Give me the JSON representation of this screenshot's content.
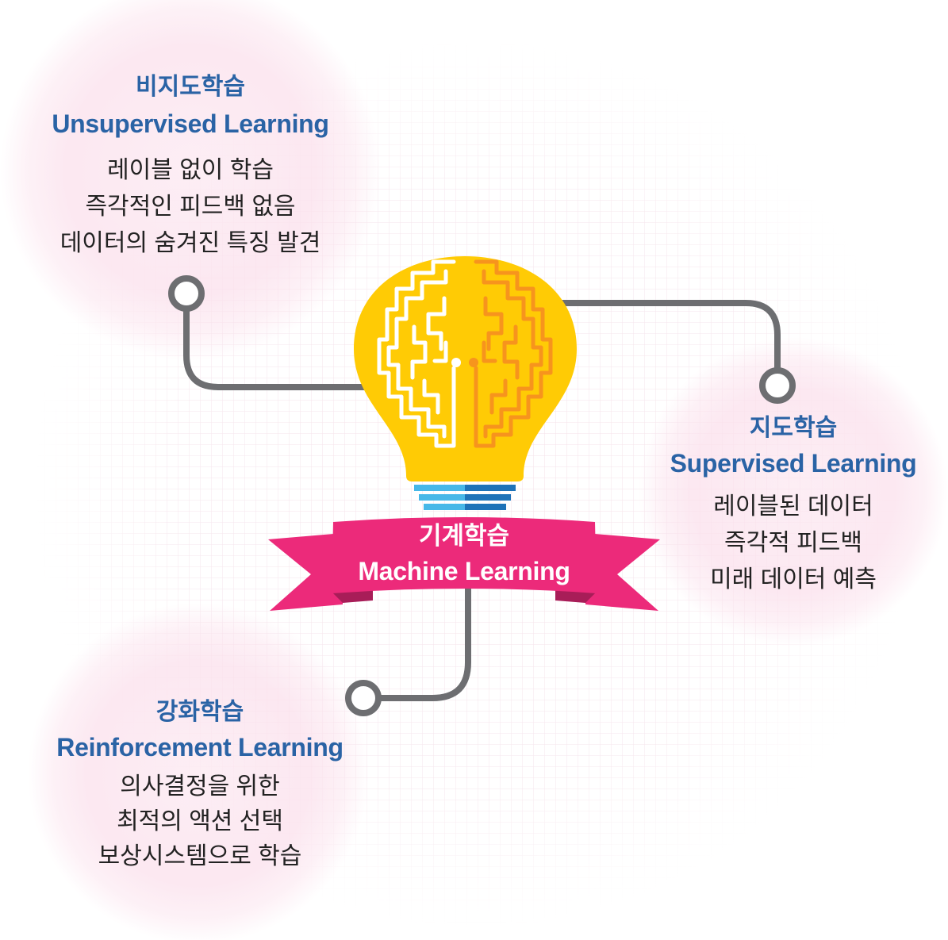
{
  "center": {
    "title_ko": "기계학습",
    "title_en": "Machine Learning",
    "icon": "lightbulb-brain-icon"
  },
  "nodes": [
    {
      "title_ko": "비지도학습",
      "title_en": "Unsupervised Learning",
      "lines": [
        "레이블 없이 학습",
        "즉각적인 피드백 없음",
        "데이터의 숨겨진 특징 발견"
      ]
    },
    {
      "title_ko": "지도학습",
      "title_en": "Supervised Learning",
      "lines": [
        "레이블된 데이터",
        "즉각적 피드백",
        "미래 데이터 예측"
      ]
    },
    {
      "title_ko": "강화학습",
      "title_en": "Reinforcement Learning",
      "lines": [
        "의사결정을 위한",
        "최적의 액션 선택",
        "보상시스템으로 학습"
      ]
    }
  ],
  "colors": {
    "title_blue": "#2A63A5",
    "ribbon_pink": "#EC2A7A",
    "ribbon_pink_dark": "#A81D58",
    "bulb_yellow": "#FFCB05",
    "brain_orange": "#F7941D",
    "connector_gray": "#6D6E71",
    "base_light_blue": "#47B8E8",
    "base_dark_blue": "#1E73B8",
    "glow_pink": "#FBE0EC"
  }
}
